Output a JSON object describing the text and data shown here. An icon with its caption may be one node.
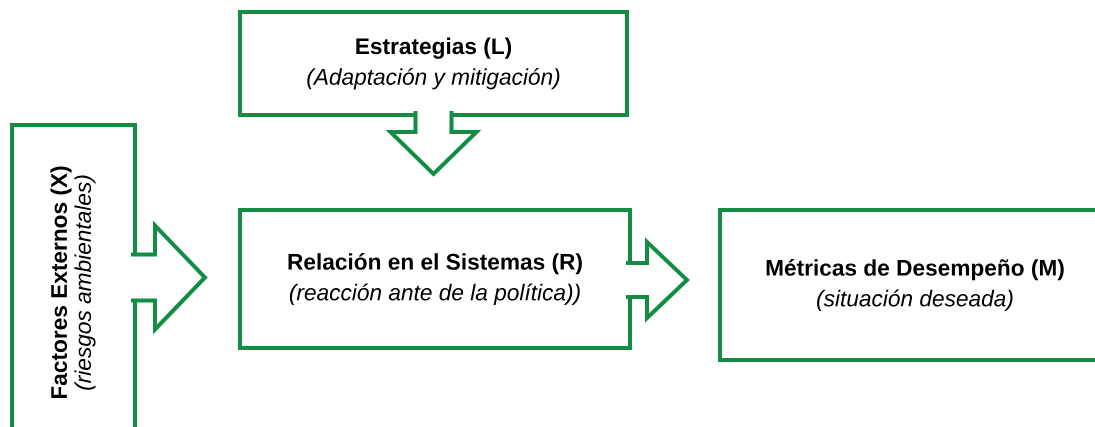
{
  "diagram": {
    "nodes": [
      {
        "text": [
          "Estrategias (L)",
          "(Adaptación y mitigación)"
        ]
      },
      {
        "text": [
          "Factores Externos (X)",
          "(riesgos ambientales)"
        ]
      },
      {
        "text": [
          "Relación en el Sistemas (R)",
          "(reacción ante de la política))"
        ]
      },
      {
        "text": [
          "Métricas de Desempeño (M)",
          "(situación deseada)"
        ]
      }
    ],
    "edges": [
      {
        "from": 0,
        "to": 2,
        "arrow": "to"
      },
      {
        "from": 1,
        "to": 2,
        "arrow": "to"
      },
      {
        "from": 2,
        "to": 3,
        "arrow": "to"
      }
    ]
  }
}
